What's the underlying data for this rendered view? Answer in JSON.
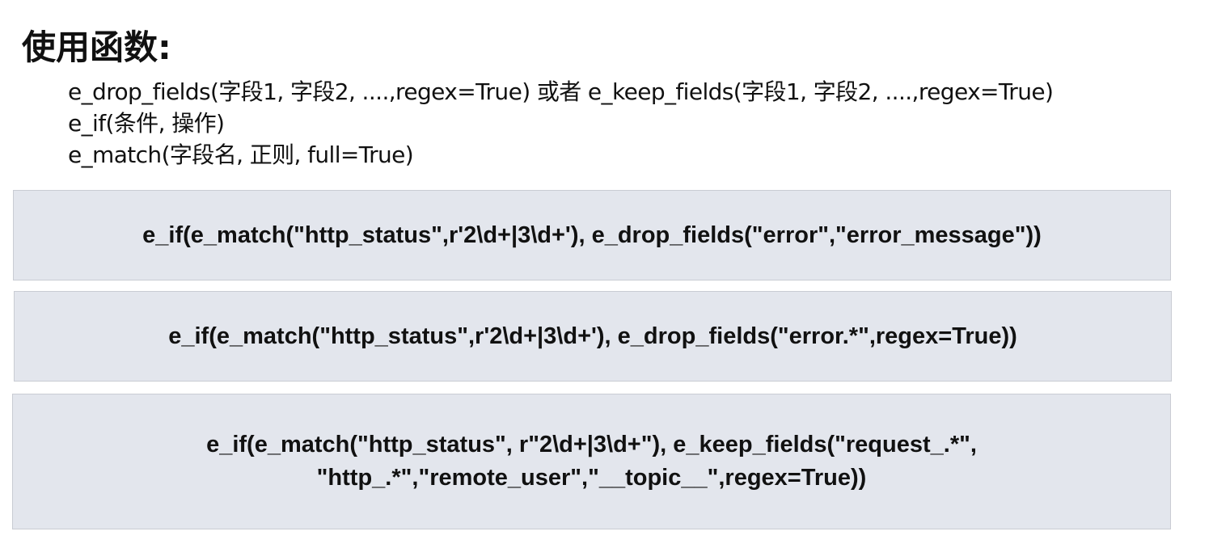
{
  "heading": "使用函数:",
  "signatures": [
    "e_drop_fields(字段1, 字段2, ....,regex=True) 或者 e_keep_fields(字段1, 字段2, ....,regex=True)",
    "e_if(条件, 操作)",
    "e_match(字段名, 正则, full=True)"
  ],
  "examples": [
    {
      "lines": [
        "e_if(e_match(\"http_status\",r'2\\d+|3\\d+'), e_drop_fields(\"error\",\"error_message\"))"
      ]
    },
    {
      "lines": [
        "e_if(e_match(\"http_status\",r'2\\d+|3\\d+'), e_drop_fields(\"error.*\",regex=True))"
      ]
    },
    {
      "lines": [
        "e_if(e_match(\"http_status\", r\"2\\d+|3\\d+\"),  e_keep_fields(\"request_.*\",",
        "\"http_.*\",\"remote_user\",\"__topic__\",regex=True))"
      ]
    }
  ]
}
